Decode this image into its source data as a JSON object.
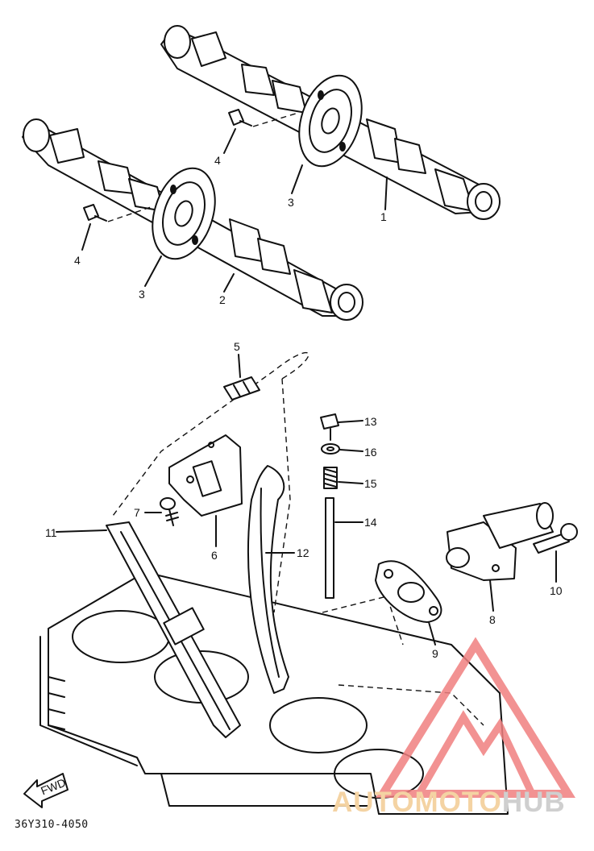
{
  "diagram": {
    "part_labels": [
      "1",
      "2",
      "3",
      "3",
      "4",
      "4",
      "5",
      "6",
      "7",
      "8",
      "9",
      "10",
      "11",
      "12",
      "13",
      "14",
      "15",
      "16"
    ],
    "fwd_arrow_text": "FWD",
    "drawing_code": "36Y310-4050"
  },
  "watermark": {
    "text_part1": "AUTOMOTO",
    "text_part2": "HUB",
    "color_part1": "#f4d3a3",
    "color_part2": "#cfcfcf",
    "logo_color": "#f08080"
  }
}
